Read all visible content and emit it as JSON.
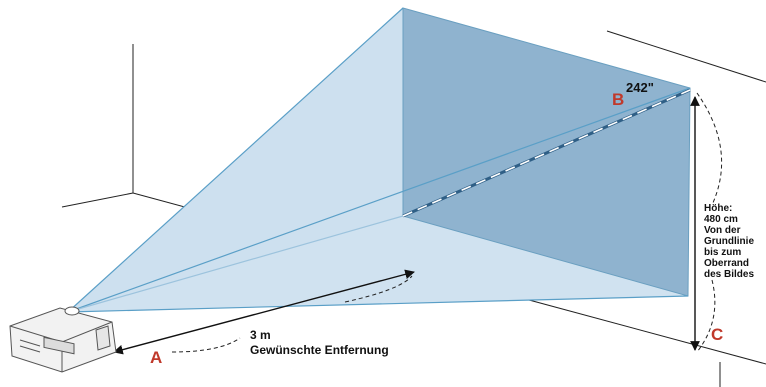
{
  "labels": {
    "point_a": "A",
    "point_b": "B",
    "point_c": "C",
    "diagonal": "242\"",
    "distance_value": "3 m",
    "distance_caption": "Gewünschte Entfernung",
    "height_lines": [
      "Höhe:",
      "480 cm",
      "Von der",
      "Grundlinie",
      "bis zum",
      "Oberrand",
      "des Bildes"
    ]
  },
  "colors": {
    "letters": "#c0392b",
    "screen_fill": "#8fb3cf",
    "beam_fill": "#c9ddee",
    "beam_edge": "#5a9fc7",
    "room_lines": "#222222"
  },
  "icons": {
    "projector": "projector-icon"
  }
}
